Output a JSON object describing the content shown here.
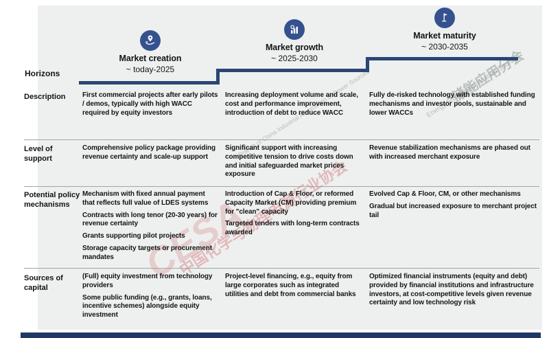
{
  "header": {
    "horizons_label": "Horizons",
    "phases": [
      {
        "title": "Market creation",
        "timeline": "~ today-2025",
        "icon": "hand-location-pin-icon"
      },
      {
        "title": "Market growth",
        "timeline": "~ 2025-2030",
        "icon": "bar-chart-magnifier-icon"
      },
      {
        "title": "Market maturity",
        "timeline": "~ 2030-2035",
        "icon": "flag-icon"
      }
    ]
  },
  "rows": [
    {
      "label": "Description",
      "cells": [
        {
          "items": [
            "First commercial projects after early pilots / demos, typically with high WACC required by equity investors"
          ]
        },
        {
          "items": [
            "Increasing deployment volume and scale, cost and performance improvement, introduction of debt to reduce WACC"
          ]
        },
        {
          "items": [
            "Fully de-risked technology with established funding mechanisms and investor pools, sustainable and lower WACCs"
          ]
        }
      ]
    },
    {
      "label": "Level of support",
      "cells": [
        {
          "items": [
            "Comprehensive policy package providing revenue certainty and scale-up support"
          ]
        },
        {
          "items": [
            "Significant support with increasing competitive tension to drive costs down and initial safeguarded market prices exposure"
          ]
        },
        {
          "items": [
            "Revenue stabilization mechanisms are phased out with increased merchant exposure"
          ]
        }
      ]
    },
    {
      "label": "Potential policy mechanisms",
      "cells": [
        {
          "items": [
            "Mechanism with fixed annual payment that reflects full value of LDES systems",
            "Contracts with long tenor (20-30 years) for revenue certainty",
            "Grants supporting pilot projects",
            "Storage capacity targets or procurement mandates"
          ]
        },
        {
          "items": [
            "Introduction of Cap & Floor, or reformed Capacity Market (CM) providing premium for \"clean\" capacity",
            "Targeted tenders with long-term contracts awarded"
          ]
        },
        {
          "items": [
            "Evolved Cap & Floor, CM, or other mechanisms",
            "Gradual but increased exposure to merchant project tail"
          ]
        }
      ]
    },
    {
      "label": "Sources of capital",
      "cells": [
        {
          "items": [
            "(Full) equity investment from technology providers",
            "Some public funding (e.g., grants, loans, incentive schemes) alongside equity investment"
          ]
        },
        {
          "items": [
            "Project-level financing, e.g., equity from large corporates such as integrated utilities and debt from commercial banks"
          ]
        },
        {
          "items": [
            "Optimized financial instruments (equity and debt) provided by financial institutions and infrastructure investors, at cost-competitive levels given revenue certainty and low technology risk"
          ]
        }
      ]
    }
  ],
  "watermarks": {
    "cesa": "CESA",
    "cn_red": "中国化学与物理电源行业协会",
    "cn_gray": "储能应用分会",
    "en_gray_1": "Branch of China Industrial Association of Power Sources",
    "en_gray_2": "Energy Storage Application Sources"
  },
  "colors": {
    "panel_bg": "#edf0ee",
    "step_line": "#2a4576",
    "icon_circle": "#35528f",
    "bottom_bar": "#203864",
    "separator": "#a3a3a3",
    "text": "#141414"
  }
}
